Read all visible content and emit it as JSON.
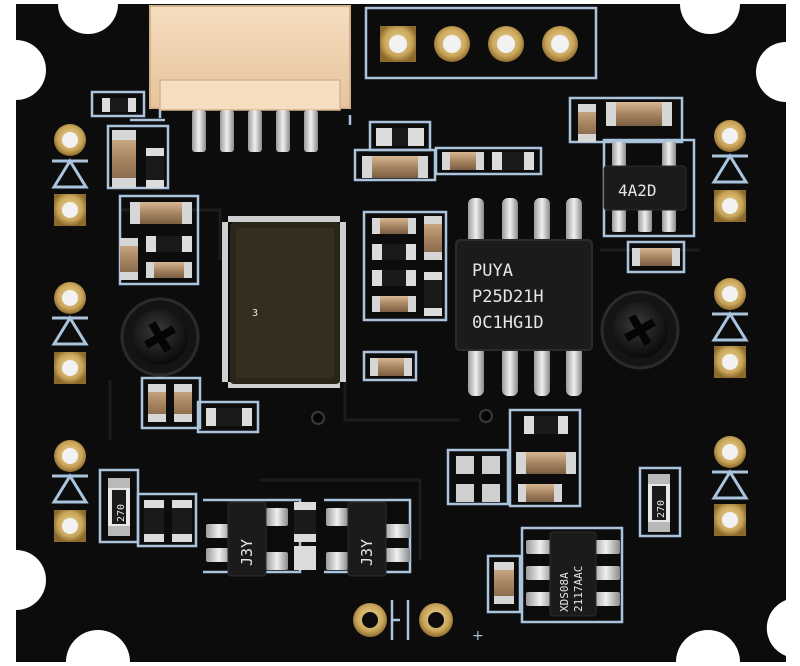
{
  "photo": {
    "subject": "",
    "colors": {
      "background": "#ffffff",
      "board": "#0c0c0d",
      "silkscreen": "#a9c4dc",
      "gold_pad": "#c9a55a",
      "connector": "#f1d3b0",
      "chip_body": "#1b1b1c",
      "chip_text": "#e6e6e6"
    }
  },
  "markings": {
    "flash_chip": [
      "PUYA",
      "P25D21H",
      "0C1HG1D"
    ],
    "regulator": "4A2D",
    "driver_chip": [
      "XDS08A",
      "2117AAC"
    ],
    "transistor_left": "J3Y",
    "transistor_right": "J3Y",
    "resistor_left": "270",
    "resistor_right": "270",
    "controller_dot": "3",
    "plus_sign": "+"
  }
}
